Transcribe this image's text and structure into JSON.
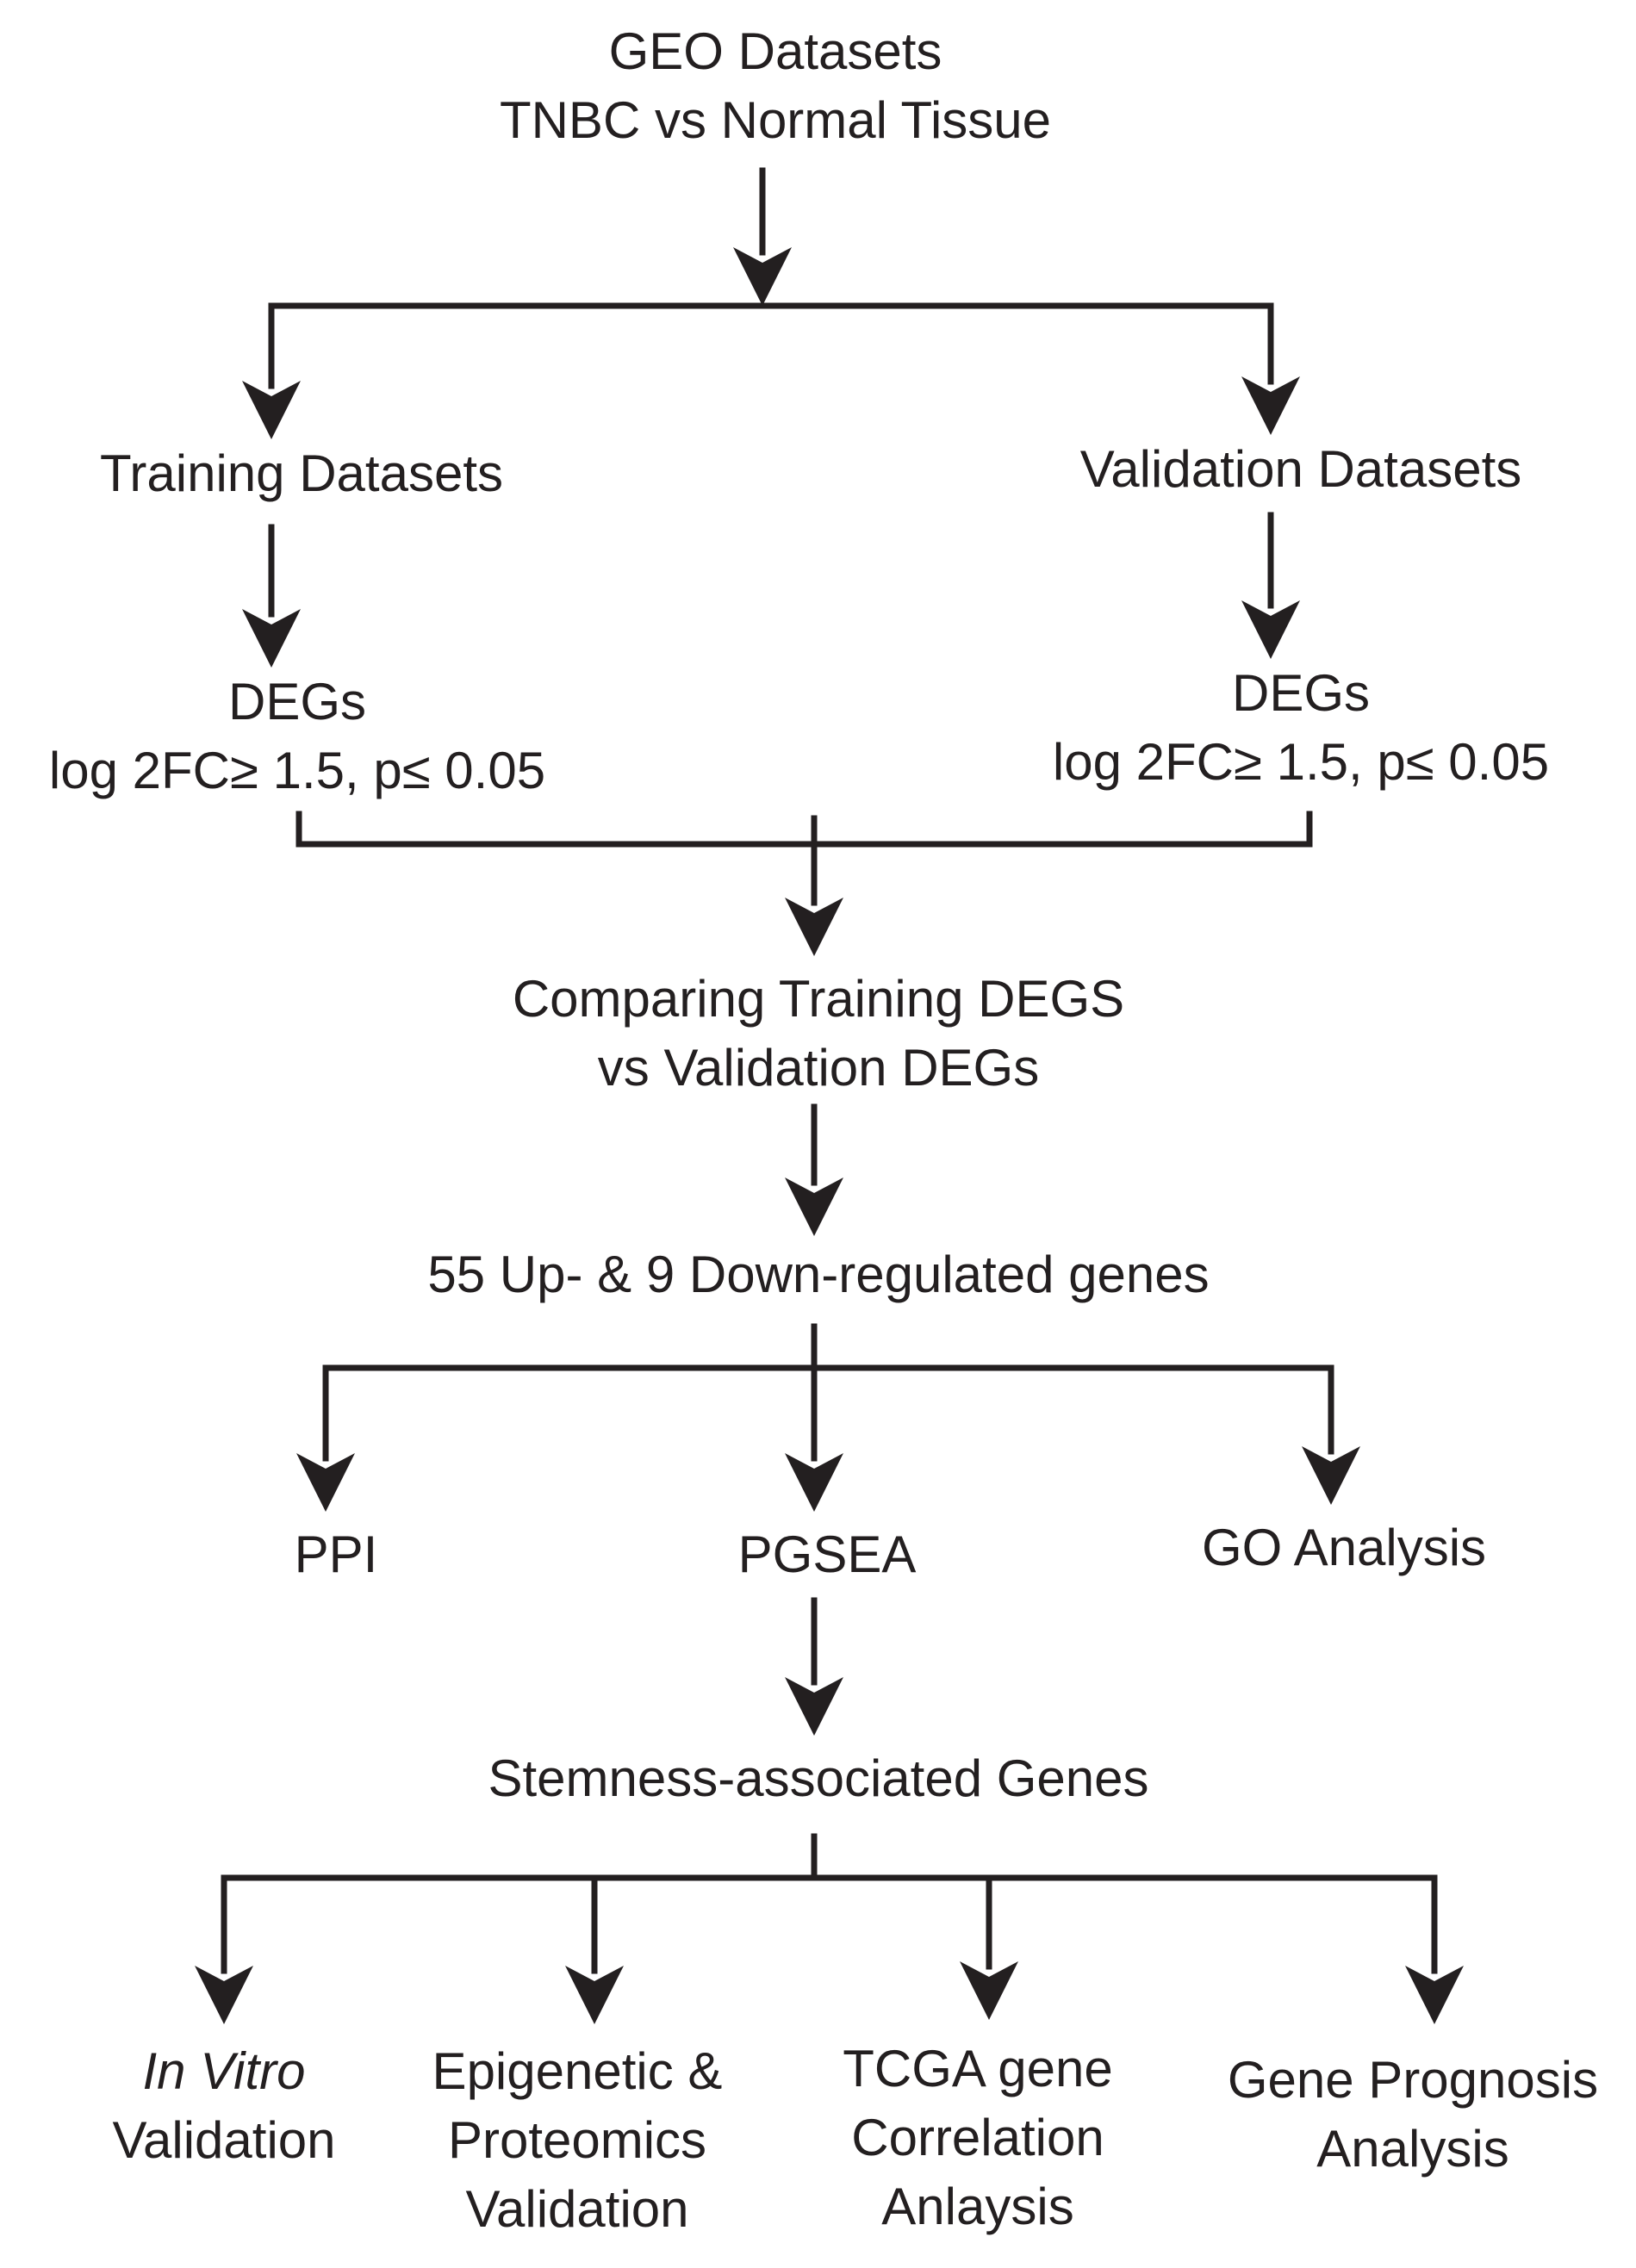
{
  "nodes": {
    "geo": {
      "line1": "GEO Datasets",
      "line2": "TNBC vs Normal Tissue"
    },
    "training": {
      "line1": "Training Datasets"
    },
    "validation": {
      "line1": "Validation Datasets"
    },
    "degs_train": {
      "line1": "DEGs",
      "line2": "log 2FC≥ 1.5, p≤ 0.05"
    },
    "degs_valid": {
      "line1": "DEGs",
      "line2": "log 2FC≥ 1.5, p≤ 0.05"
    },
    "compare": {
      "line1": "Comparing Training DEGS",
      "line2": "vs Validation DEGs"
    },
    "genes": {
      "line1": "55 Up- & 9 Down-regulated genes"
    },
    "ppi": {
      "line1": "PPI"
    },
    "pgsea": {
      "line1": "PGSEA"
    },
    "go": {
      "line1": "GO Analysis"
    },
    "stemness": {
      "line1": "Stemness-associated Genes"
    },
    "invitro": {
      "line1_italic": "In Vitro",
      "line2": "Validation"
    },
    "epigenetic": {
      "line1": "Epigenetic &",
      "line2": "Proteomics",
      "line3": "Validation"
    },
    "tcga": {
      "line1": "TCGA gene",
      "line2": "Correlation",
      "line3": "Anlaysis"
    },
    "prognosis": {
      "line1": "Gene Prognosis",
      "line2": "Analysis"
    }
  },
  "colors": {
    "ink": "#231f20",
    "background": "#ffffff"
  }
}
